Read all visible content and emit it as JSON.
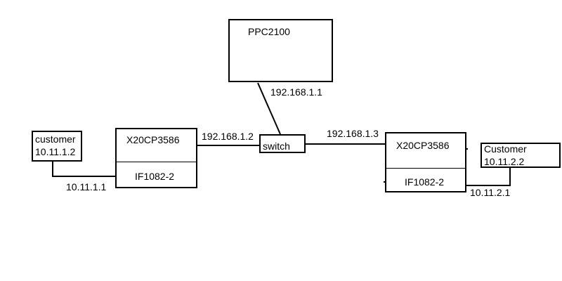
{
  "nodes": {
    "ppc": {
      "label": "PPC2100"
    },
    "switch": {
      "label": "switch"
    },
    "left_plc": {
      "cpu": "X20CP3586",
      "module": "IF1082-2"
    },
    "right_plc": {
      "cpu": "X20CP3586",
      "module": "IF1082-2"
    },
    "left_customer": {
      "name": "customer",
      "ip": "10.11.1.2"
    },
    "right_customer": {
      "name": "Customer",
      "ip": "10.11.2.2"
    }
  },
  "links": {
    "ppc_ip": "192.168.1.1",
    "left_plc_ip": "192.168.1.2",
    "right_plc_ip": "192.168.1.3",
    "left_if_ip": "10.11.1.1",
    "right_if_ip": "10.11.2.1"
  }
}
